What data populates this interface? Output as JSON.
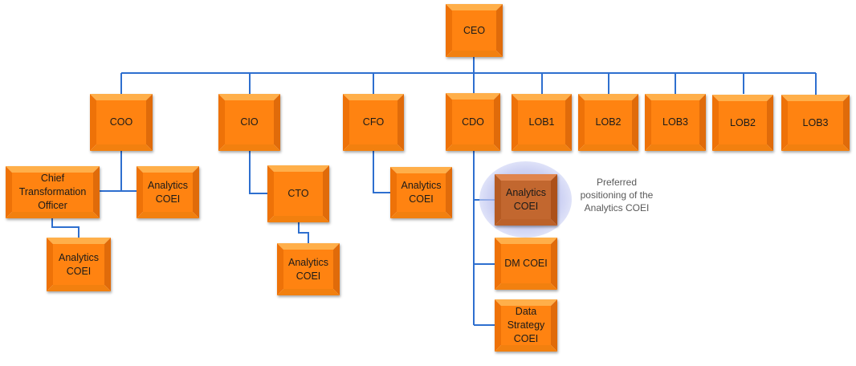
{
  "title": "Org chart: preferred positioning of the Analytics COEI",
  "colors": {
    "box_fill": "#FF8311",
    "box_top": "#FFAF4A",
    "box_left": "#EE7208",
    "box_right": "#E06B0A",
    "box_bottom": "#F2800F",
    "highlight_fill": "#C2672F",
    "connector": "#2E6FCF",
    "note_text": "#595959"
  },
  "nodes": {
    "ceo": {
      "label": "CEO"
    },
    "coo": {
      "label": "COO"
    },
    "cio": {
      "label": "CIO"
    },
    "cfo": {
      "label": "CFO"
    },
    "cdo": {
      "label": "CDO"
    },
    "lob1": {
      "label": "LOB1"
    },
    "lob2a": {
      "label": "LOB2"
    },
    "lob3a": {
      "label": "LOB3"
    },
    "lob2b": {
      "label": "LOB2"
    },
    "lob3b": {
      "label": "LOB3"
    },
    "cto_officer": {
      "label": "Chief Transformation Officer"
    },
    "coo_analytics": {
      "label": "Analytics COEI"
    },
    "cto_officer_analytics": {
      "label": "Analytics COEI"
    },
    "cto": {
      "label": "CTO"
    },
    "cto_analytics": {
      "label": "Analytics COEI"
    },
    "cfo_analytics": {
      "label": "Analytics COEI"
    },
    "cdo_analytics": {
      "label": "Analytics COEI",
      "highlighted": true
    },
    "dm_coei": {
      "label": "DM COEI"
    },
    "data_strategy": {
      "label": "Data Strategy COEI"
    }
  },
  "annotation": {
    "text": "Preferred positioning of the Analytics COEI"
  },
  "hierarchy": [
    {
      "parent": "ceo",
      "children": [
        "coo",
        "cio",
        "cfo",
        "cdo",
        "lob1",
        "lob2a",
        "lob3a",
        "lob2b",
        "lob3b"
      ]
    },
    {
      "parent": "coo",
      "children": [
        "cto_officer",
        "coo_analytics"
      ]
    },
    {
      "parent": "cto_officer",
      "children": [
        "cto_officer_analytics"
      ]
    },
    {
      "parent": "cio",
      "children": [
        "cto"
      ]
    },
    {
      "parent": "cto",
      "children": [
        "cto_analytics"
      ]
    },
    {
      "parent": "cfo",
      "children": [
        "cfo_analytics"
      ]
    },
    {
      "parent": "cdo",
      "children": [
        "cdo_analytics",
        "dm_coei",
        "data_strategy"
      ]
    }
  ]
}
